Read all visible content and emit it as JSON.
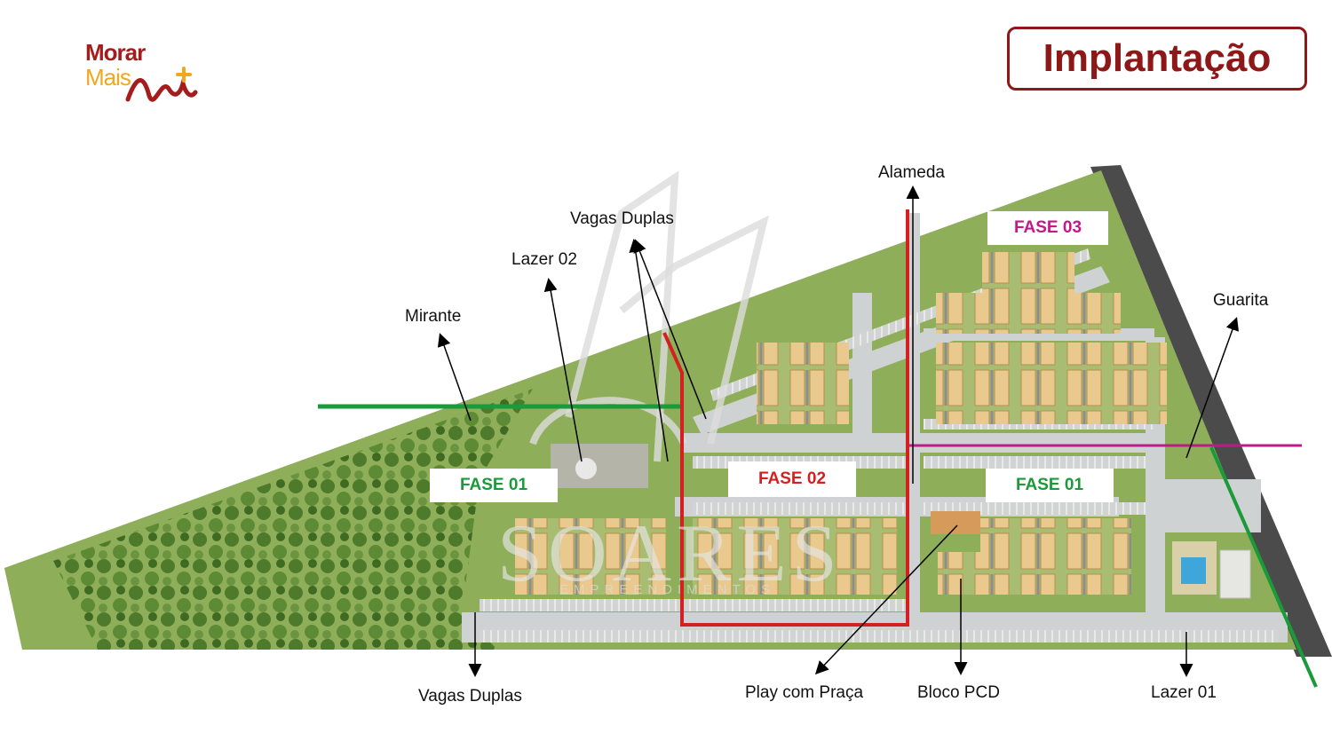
{
  "brand": {
    "line1": "Morar",
    "line2": "Mais"
  },
  "title": "Implantação",
  "watermark": {
    "main": "SOARES",
    "sub": "EMPREENDIMENTOS"
  },
  "phases": {
    "fase01_left": "FASE 01",
    "fase02": "FASE 02",
    "fase01_right": "FASE 01",
    "fase03": "FASE 03"
  },
  "labels": {
    "alameda": "Alameda",
    "vagas_duplas_top": "Vagas Duplas",
    "lazer02": "Lazer 02",
    "mirante": "Mirante",
    "guarita": "Guarita",
    "vagas_duplas_bottom": "Vagas Duplas",
    "play_praca": "Play com Praça",
    "bloco_pcd": "Bloco PCD",
    "lazer01": "Lazer 01"
  },
  "colors": {
    "brand_red": "#a61c1c",
    "brand_orange": "#f0a81c",
    "title_border": "#8e1818",
    "fase01": "#1a9a3a",
    "fase02": "#d42020",
    "fase03": "#c2188a",
    "grass": "#8fae5a",
    "tree": "#4e7a2c",
    "road": "#cfd2d2",
    "building": "#e9c98d"
  },
  "icons": [
    "map-arrow-icon"
  ]
}
